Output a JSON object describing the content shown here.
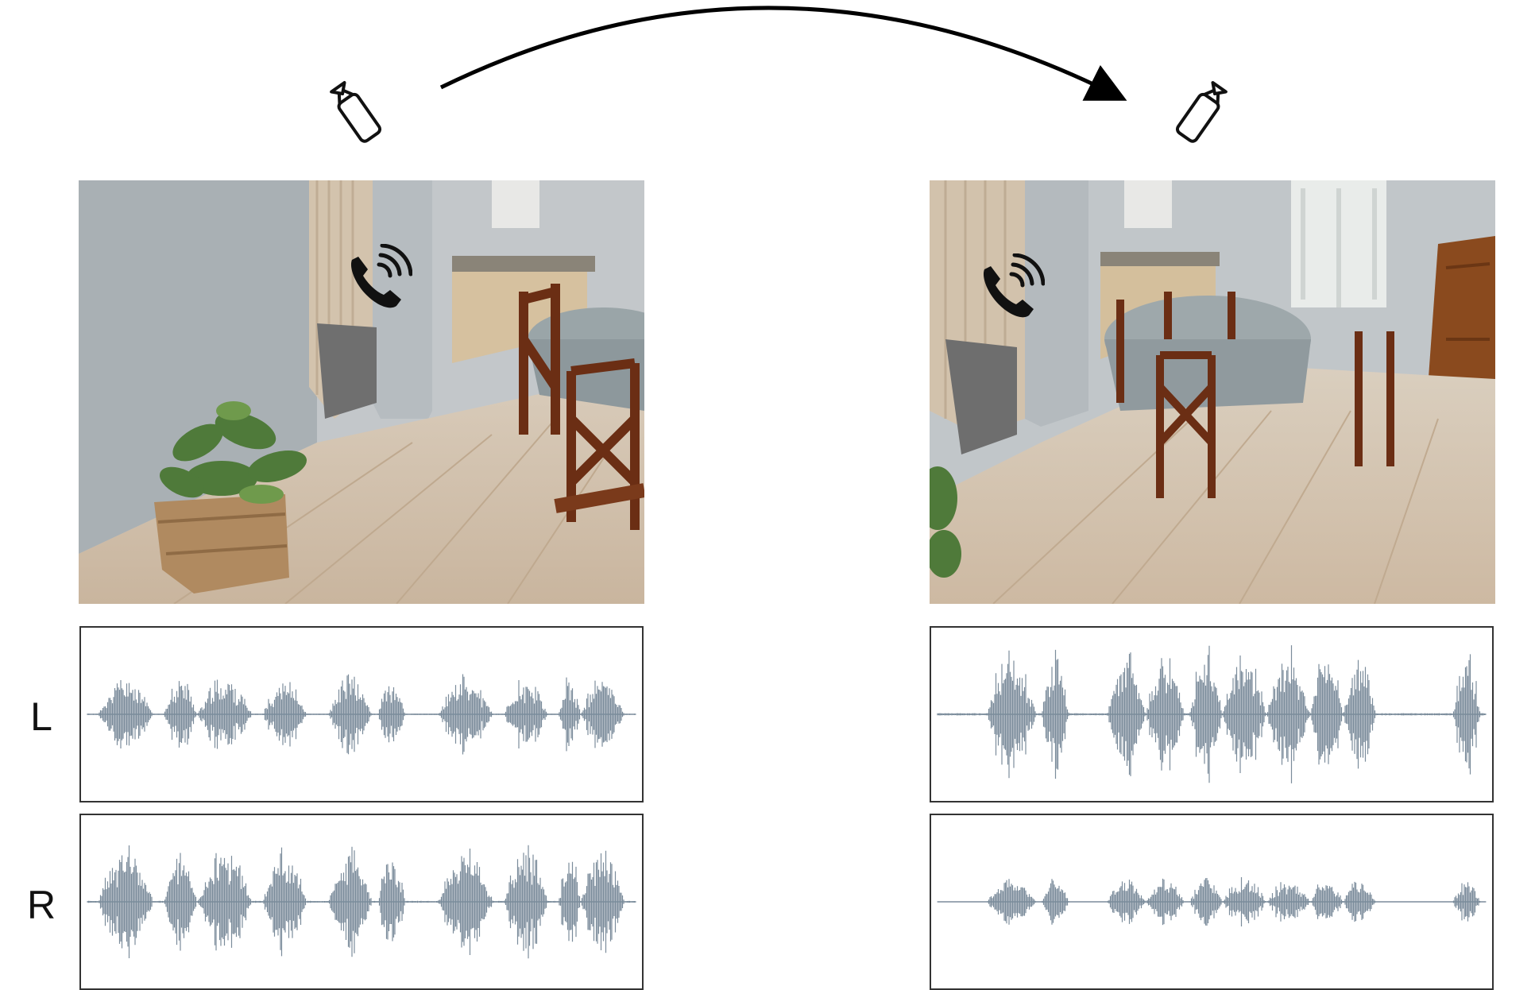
{
  "channels": {
    "left": "L",
    "right": "R"
  },
  "icons": {
    "camera": "camera-icon",
    "phone": "phone-ringing-icon",
    "trajectory": "curved-arrow-icon"
  },
  "colors": {
    "waveform": "#7b8c9b",
    "frame": "#333333",
    "arrow": "#000000"
  },
  "views": [
    {
      "name": "start-view",
      "waveform_amplitude": {
        "L": 0.55,
        "R": 0.8
      }
    },
    {
      "name": "end-view",
      "waveform_amplitude": {
        "L": 0.95,
        "R": 0.35
      }
    }
  ]
}
